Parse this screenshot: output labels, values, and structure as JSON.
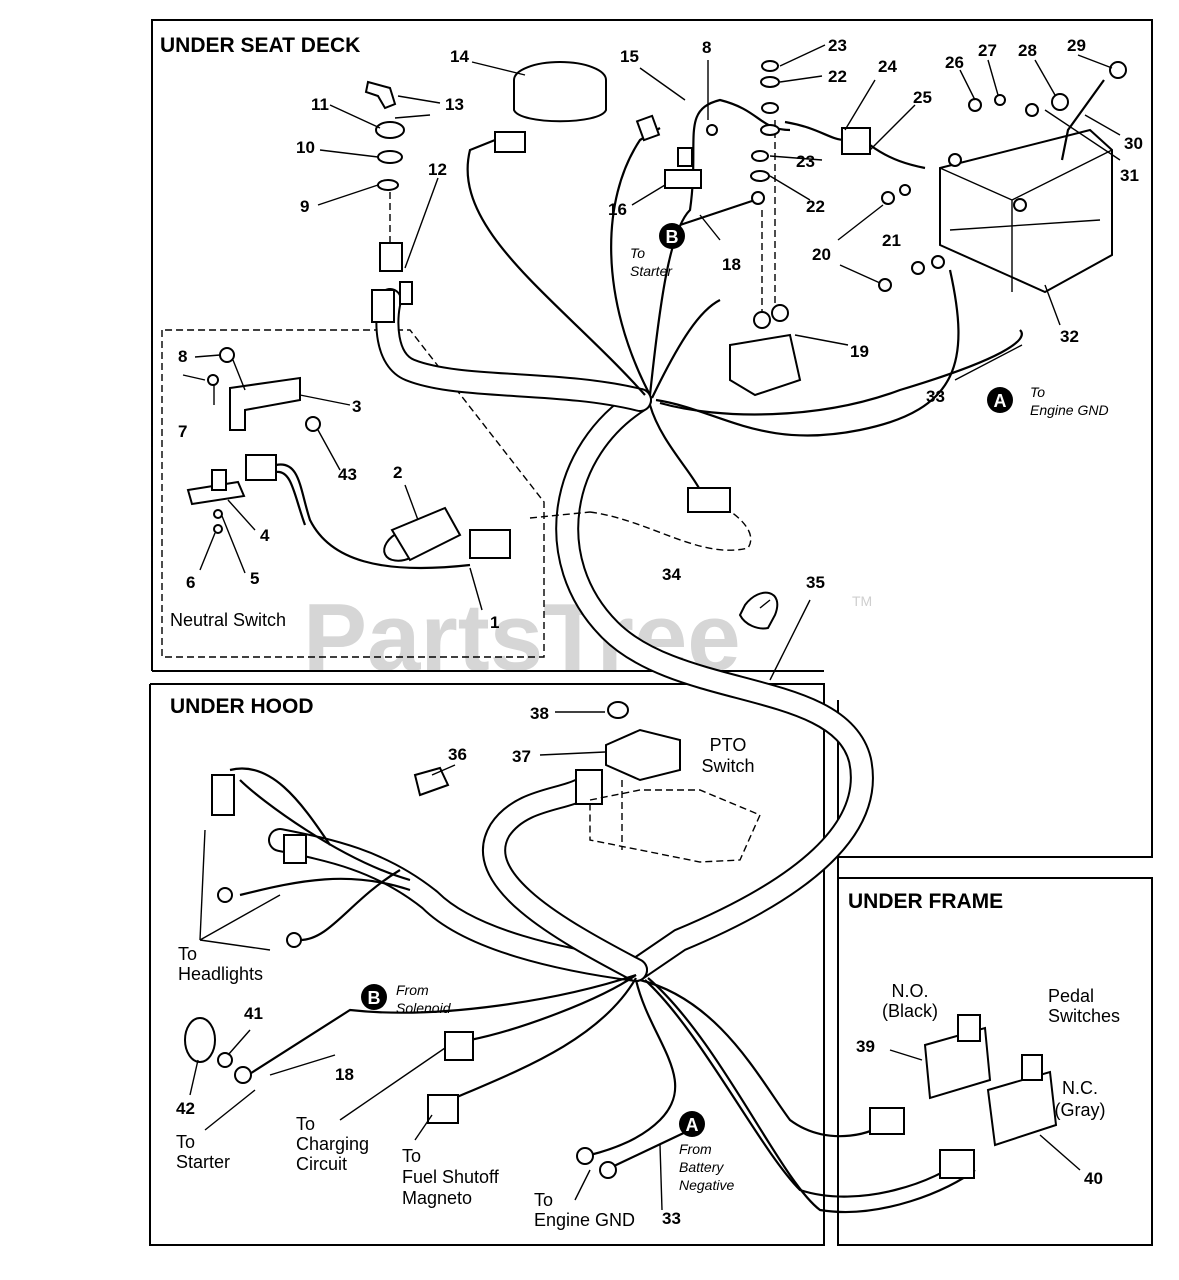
{
  "watermark": {
    "text": "PartsTree",
    "trademark": "TM"
  },
  "sections": {
    "under_seat_deck": "UNDER SEAT DECK",
    "under_hood": "UNDER HOOD",
    "under_frame": "UNDER FRAME"
  },
  "labels": {
    "neutral_switch": "Neutral Switch",
    "pto_switch_line1": "PTO",
    "pto_switch_line2": "Switch",
    "to_headlights_line1": "To",
    "to_headlights_line2": "Headlights",
    "to_starter_hood_line1": "To",
    "to_starter_hood_line2": "Starter",
    "to_charging_line1": "To",
    "to_charging_line2": "Charging",
    "to_charging_line3": "Circuit",
    "to_fuel_line1": "To",
    "to_fuel_line2": "Fuel Shutoff",
    "to_fuel_line3": "Magneto",
    "to_engine_gnd_hood_line1": "To",
    "to_engine_gnd_hood_line2": "Engine GND",
    "no_black_line1": "N.O.",
    "no_black_line2": "(Black)",
    "nc_gray_line1": "N.C.",
    "nc_gray_line2": "(Gray)",
    "pedal_line1": "Pedal",
    "pedal_line2": "Switches"
  },
  "italic_labels": {
    "to_starter_seat_line1": "To",
    "to_starter_seat_line2": "Starter",
    "to_engine_gnd_seat_line1": "To",
    "to_engine_gnd_seat_line2": "Engine GND",
    "from_solenoid_line1": "From",
    "from_solenoid_line2": "Solenoid",
    "from_battery_line1": "From",
    "from_battery_line2": "Battery",
    "from_battery_line3": "Negative"
  },
  "badges": {
    "a": "A",
    "b": "B"
  },
  "callouts": {
    "c1": "1",
    "c2": "2",
    "c3": "3",
    "c4": "4",
    "c5": "5",
    "c6": "6",
    "c7": "7",
    "c8a": "8",
    "c8b": "8",
    "c9": "9",
    "c10": "10",
    "c11": "11",
    "c12": "12",
    "c13": "13",
    "c14": "14",
    "c15": "15",
    "c16": "16",
    "c18a": "18",
    "c18b": "18",
    "c19": "19",
    "c20": "20",
    "c21": "21",
    "c22a": "22",
    "c22b": "22",
    "c23a": "23",
    "c23b": "23",
    "c24": "24",
    "c25": "25",
    "c26": "26",
    "c27": "27",
    "c28": "28",
    "c29": "29",
    "c30": "30",
    "c31": "31",
    "c32": "32",
    "c33a": "33",
    "c33b": "33",
    "c34": "34",
    "c35": "35",
    "c36": "36",
    "c37": "37",
    "c38": "38",
    "c39": "39",
    "c40": "40",
    "c41": "41",
    "c42": "42",
    "c43": "43"
  }
}
